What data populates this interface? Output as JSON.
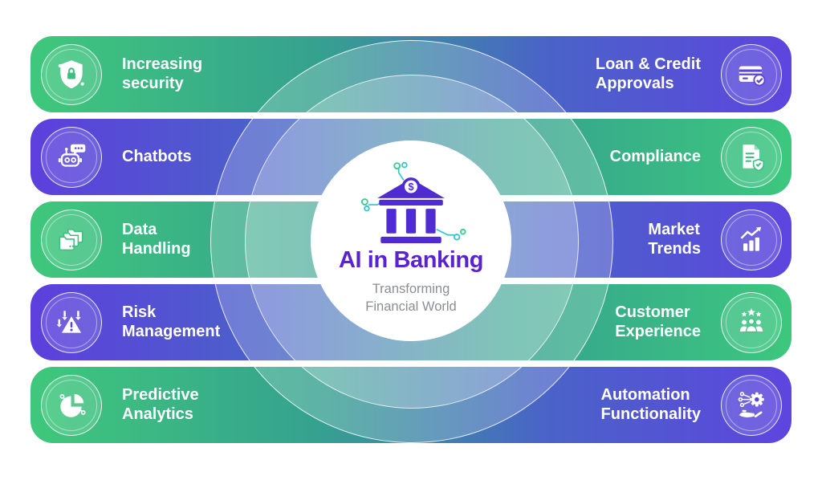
{
  "title_block": {
    "title": "AI in Banking",
    "subtitle": "Transforming\nFinancial World"
  },
  "colors": {
    "band_green": "#3ec87c",
    "band_purple": "#5d41dd",
    "title_purple": "#5a23d2",
    "subtitle_gray": "#8b8e94",
    "bank_purple": "#4f2bd3",
    "circuit_teal": "#30c6d2",
    "circuit_green": "#3ec98e",
    "pill_text": "#ffffff"
  },
  "center_icon": "bank-building-icon",
  "rows": [
    {
      "left": {
        "label": "Increasing\nsecurity",
        "icon": "shield-lock-icon",
        "scheme": "green"
      },
      "right": {
        "label": "Loan & Credit\nApprovals",
        "icon": "credit-card-check-icon",
        "scheme": "purple"
      }
    },
    {
      "left": {
        "label": "Chatbots",
        "icon": "chatbot-robot-icon",
        "scheme": "purple"
      },
      "right": {
        "label": "Compliance",
        "icon": "compliance-document-icon",
        "scheme": "green"
      }
    },
    {
      "left": {
        "label": "Data\nHandling",
        "icon": "folders-icon",
        "scheme": "green"
      },
      "right": {
        "label": "Market\nTrends",
        "icon": "bar-chart-trend-icon",
        "scheme": "purple"
      }
    },
    {
      "left": {
        "label": "Risk\nManagement",
        "icon": "warning-arrows-icon",
        "scheme": "purple"
      },
      "right": {
        "label": "Customer\nExperience",
        "icon": "people-stars-icon",
        "scheme": "green"
      }
    },
    {
      "left": {
        "label": "Predictive\nAnalytics",
        "icon": "pie-chart-icon",
        "scheme": "green"
      },
      "right": {
        "label": "Automation\nFunctionality",
        "icon": "gear-robotic-hand-icon",
        "scheme": "purple"
      }
    }
  ]
}
